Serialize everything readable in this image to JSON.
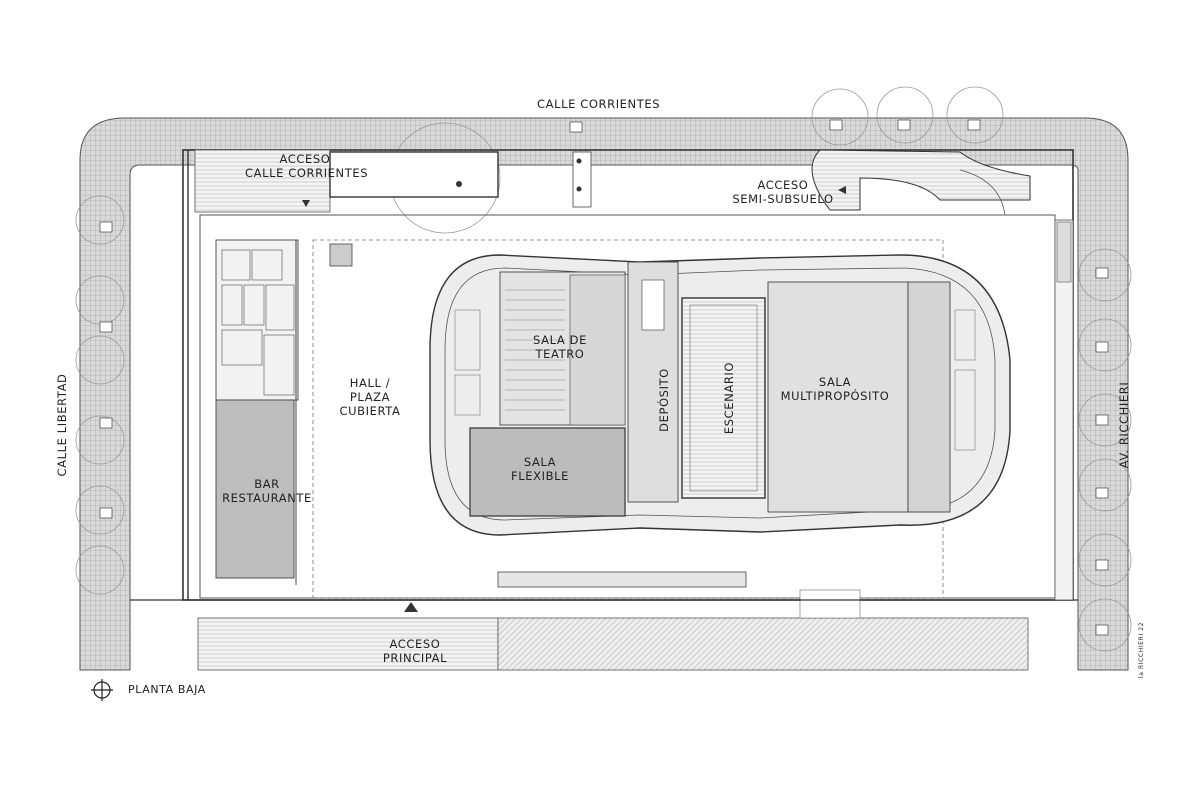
{
  "plan": {
    "street_north": "CALLE CORRIENTES",
    "street_west": "CALLE LIBERTAD",
    "street_east": "AV. RICCHIERI",
    "access_corrientes": [
      "ACCESO",
      "CALLE CORRIENTES"
    ],
    "access_semi": [
      "ACCESO",
      "SEMI-SUBSUELO"
    ],
    "access_main": [
      "ACCESO",
      "PRINCIPAL"
    ],
    "bar": [
      "BAR",
      "RESTAURANTE"
    ],
    "hall": [
      "HALL /",
      "PLAZA",
      "CUBIERTA"
    ],
    "sala_teatro": [
      "SALA DE",
      "TEATRO"
    ],
    "sala_flexible": [
      "SALA",
      "FLEXIBLE"
    ],
    "deposito": "DEPÓSITO",
    "escenario": "ESCENARIO",
    "sala_multi": [
      "SALA",
      "MULTIPROPÓSITO"
    ],
    "legend": "PLANTA BAJA",
    "author_mark": "la RICCHIERI 22"
  }
}
